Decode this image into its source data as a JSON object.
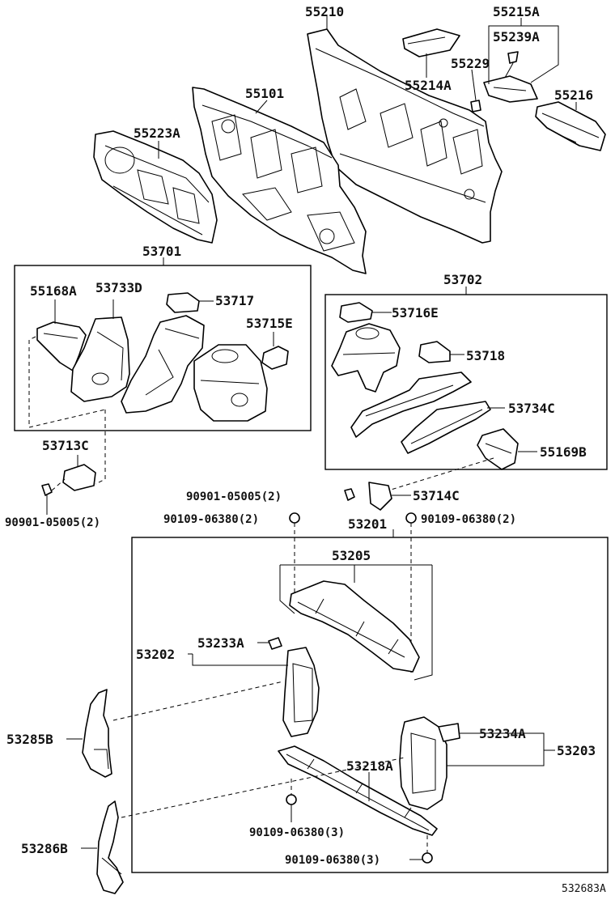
{
  "labels": {
    "p55210": "55210",
    "p55215A": "55215A",
    "p55239A": "55239A",
    "p55229": "55229",
    "p55214A": "55214A",
    "p55101": "55101",
    "p55216": "55216",
    "p55223A": "55223A",
    "p53701": "53701",
    "p55168A": "55168A",
    "p53733D": "53733D",
    "p53717": "53717",
    "p53715E": "53715E",
    "p53702": "53702",
    "p53716E": "53716E",
    "p53718": "53718",
    "p53734C": "53734C",
    "p55169B": "55169B",
    "p53713C": "53713C",
    "p90901_left": "90901-05005(2)",
    "p90901_mid": "90901-05005(2)",
    "p53714C": "53714C",
    "p90109_top_left": "90109-06380(2)",
    "p53201": "53201",
    "p90109_top_right": "90109-06380(2)",
    "p53205": "53205",
    "p53202": "53202",
    "p53233A": "53233A",
    "p53285B": "53285B",
    "p53234A": "53234A",
    "p53203": "53203",
    "p53218A": "53218A",
    "p90109_bottom1": "90109-06380(3)",
    "p53286B": "53286B",
    "p90109_bottom2": "90109-06380(3)",
    "ref": "532683A"
  }
}
